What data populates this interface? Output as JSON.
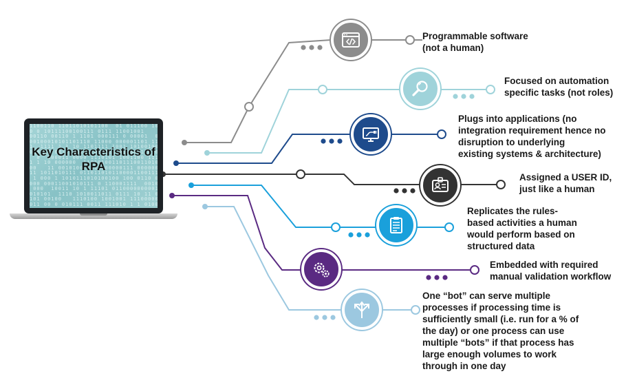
{
  "center": {
    "title": "Key Characteristics of RPA"
  },
  "characteristics": [
    {
      "text": "Programmable software\n(not a human)",
      "icon": "code-window-icon",
      "color": "#8c8c8c"
    },
    {
      "text": "Focused on automation\nspecific tasks (not roles)",
      "icon": "magnifier-icon",
      "color": "#9fd3da"
    },
    {
      "text": "Plugs into applications (no\nintegration requirement hence no\ndisruption to underlying\nexisting systems & architecture)",
      "icon": "plug-monitor-icon",
      "color": "#1e4b8c"
    },
    {
      "text": "Assigned a USER ID,\njust like a human",
      "icon": "id-badge-icon",
      "color": "#333333"
    },
    {
      "text": "Replicates the rules-\nbased activities a human\nwould perform based on\nstructured data",
      "icon": "clipboard-icon",
      "color": "#1aa0db"
    },
    {
      "text": "Embedded with required\nmanual validation workflow",
      "icon": "gears-icon",
      "color": "#5a2a82"
    },
    {
      "text": "One “bot” can serve multiple\nprocesses if processing time is\nsufficiently small (i.e. run for a % of\nthe day) or one process can use\nmultiple “bots” if that process has\nlarge enough volumes to work\nthrough in one day",
      "icon": "split-arrows-icon",
      "color": "#9cc8e0"
    }
  ]
}
